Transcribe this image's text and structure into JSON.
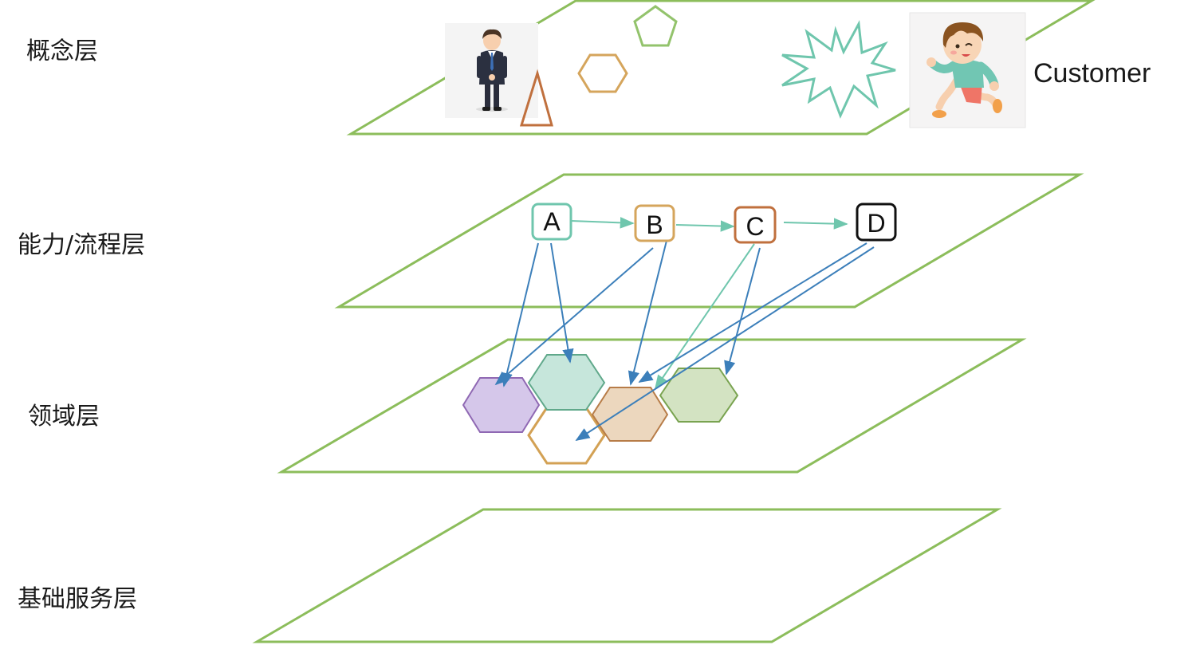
{
  "layers": [
    {
      "id": "concept",
      "label": "概念层"
    },
    {
      "id": "capability",
      "label": "能力/流程层"
    },
    {
      "id": "domain",
      "label": "领域层"
    },
    {
      "id": "infra",
      "label": "基础服务层"
    }
  ],
  "concept_layer": {
    "customer_label": "Customer",
    "icons": [
      "businessman-icon",
      "child-running-icon"
    ]
  },
  "process_nodes": [
    {
      "id": "A",
      "label": "A",
      "color": "#6fc6ad"
    },
    {
      "id": "B",
      "label": "B",
      "color": "#d5a55c"
    },
    {
      "id": "C",
      "label": "C",
      "color": "#c0703e"
    },
    {
      "id": "D",
      "label": "D",
      "color": "#111111"
    }
  ],
  "colors": {
    "plane_border": "#8cbd5b",
    "flow_arrow": "#6fc6ad",
    "mapping_arrow": "#3c7fba",
    "hex_purple_fill": "#d5c7ea",
    "hex_purple_stroke": "#8f68b3",
    "hex_teal_fill": "#c6e6db",
    "hex_teal_stroke": "#5fa88a",
    "hex_tan_fill": "#ecd7be",
    "hex_tan_stroke": "#b77c48",
    "hex_green_fill": "#d3e3c2",
    "hex_green_stroke": "#79a350",
    "hex_white_stroke": "#d3a154"
  }
}
